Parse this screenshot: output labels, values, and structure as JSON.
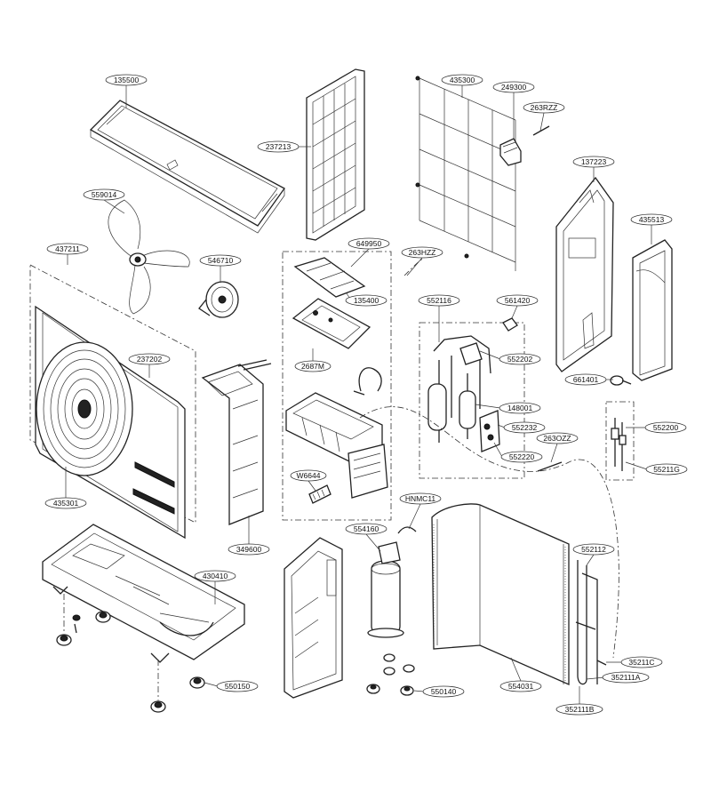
{
  "part_labels": {
    "p135500": "135500",
    "p237213": "237213",
    "p435300": "435300",
    "p249300": "249300",
    "p263RZZ": "263RZZ",
    "p137223": "137223",
    "p435513": "435513",
    "p559014": "559014",
    "p437211": "437211",
    "p546710": "546710",
    "p649950": "649950",
    "p263HZZ": "263HZZ",
    "p135400": "135400",
    "p552116": "552116",
    "p561420": "561420",
    "p237202": "237202",
    "p2687M": "2687M",
    "p552202": "552202",
    "p661401": "661401",
    "p148001": "148001",
    "p552232": "552232",
    "p552200": "552200",
    "p263OZZ": "263OZZ",
    "p552220": "552220",
    "p55211G": "55211G",
    "pW6644": "W6644",
    "p435301": "435301",
    "p349600": "349600",
    "pHNMC11": "HNMC11",
    "p554160": "554160",
    "p552112": "552112",
    "p430410": "430410",
    "p35211C": "35211C",
    "p352111A": "352111A",
    "p550150": "550150",
    "p550140": "550140",
    "p554031": "554031",
    "p352111B": "352111B"
  }
}
